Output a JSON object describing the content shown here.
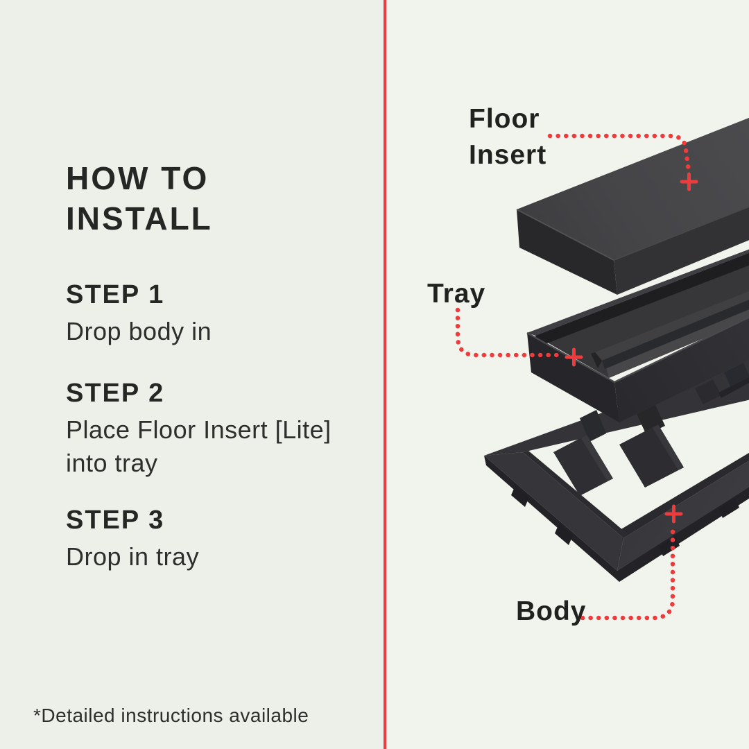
{
  "left_panel": {
    "title_lines": [
      "HOW TO",
      "INSTALL"
    ],
    "steps": [
      {
        "heading": "STEP 1",
        "lines": [
          "Drop body in"
        ]
      },
      {
        "heading": "STEP 2",
        "lines": [
          "Place Floor Insert [Lite]",
          "into tray"
        ]
      },
      {
        "heading": "STEP 3",
        "lines": [
          "Drop in tray"
        ]
      }
    ],
    "footnote": "*Detailed instructions available"
  },
  "diagram": {
    "labels": {
      "floor_insert_line1": "Floor",
      "floor_insert_line2": "Insert",
      "tray": "Tray",
      "body": "Body"
    },
    "parts": [
      "Floor Insert",
      "Tray",
      "Body"
    ],
    "marker_glyph": "+"
  },
  "colors": {
    "accent_red": "#ef3b3b",
    "divider_red": "#ef3b41",
    "text_dark": "#242723",
    "text_body": "#2c2f2b",
    "left_bg": "#edefe9",
    "right_bg": "#f1f3ed",
    "product_dark": "#323235"
  }
}
